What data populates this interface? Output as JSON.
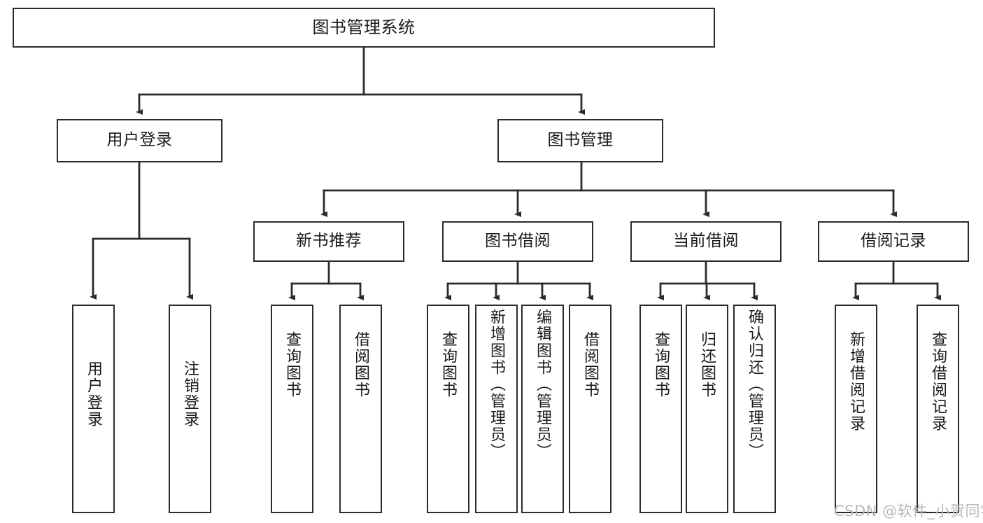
{
  "diagram": {
    "type": "tree-hierarchy",
    "title": "图书管理系统",
    "watermark": "CSDN @软件_小贺同学",
    "colors": {
      "stroke": "#2b2b2b",
      "fill": "#ffffff",
      "text": "#1a1a1a",
      "watermark": "#b9b9b9"
    },
    "root": {
      "label": "图书管理系统"
    },
    "level2": [
      {
        "label": "用户登录"
      },
      {
        "label": "图书管理"
      }
    ],
    "level3": [
      {
        "label": "新书推荐"
      },
      {
        "label": "图书借阅"
      },
      {
        "label": "当前借阅"
      },
      {
        "label": "借阅记录"
      }
    ],
    "leaves": {
      "user_login": [
        {
          "label": "用户登录"
        },
        {
          "label": "注销登录"
        }
      ],
      "new_book_recommend": [
        {
          "label": "查询图书"
        },
        {
          "label": "借阅图书"
        }
      ],
      "book_borrow": [
        {
          "label": "查询图书"
        },
        {
          "label": "新增图书（管理员）"
        },
        {
          "label": "编辑图书（管理员）"
        },
        {
          "label": "借阅图书"
        }
      ],
      "current_borrow": [
        {
          "label": "查询图书"
        },
        {
          "label": "归还图书"
        },
        {
          "label": "确认归还（管理员）"
        }
      ],
      "borrow_record": [
        {
          "label": "新增借阅记录"
        },
        {
          "label": "查询借阅记录"
        }
      ]
    }
  }
}
